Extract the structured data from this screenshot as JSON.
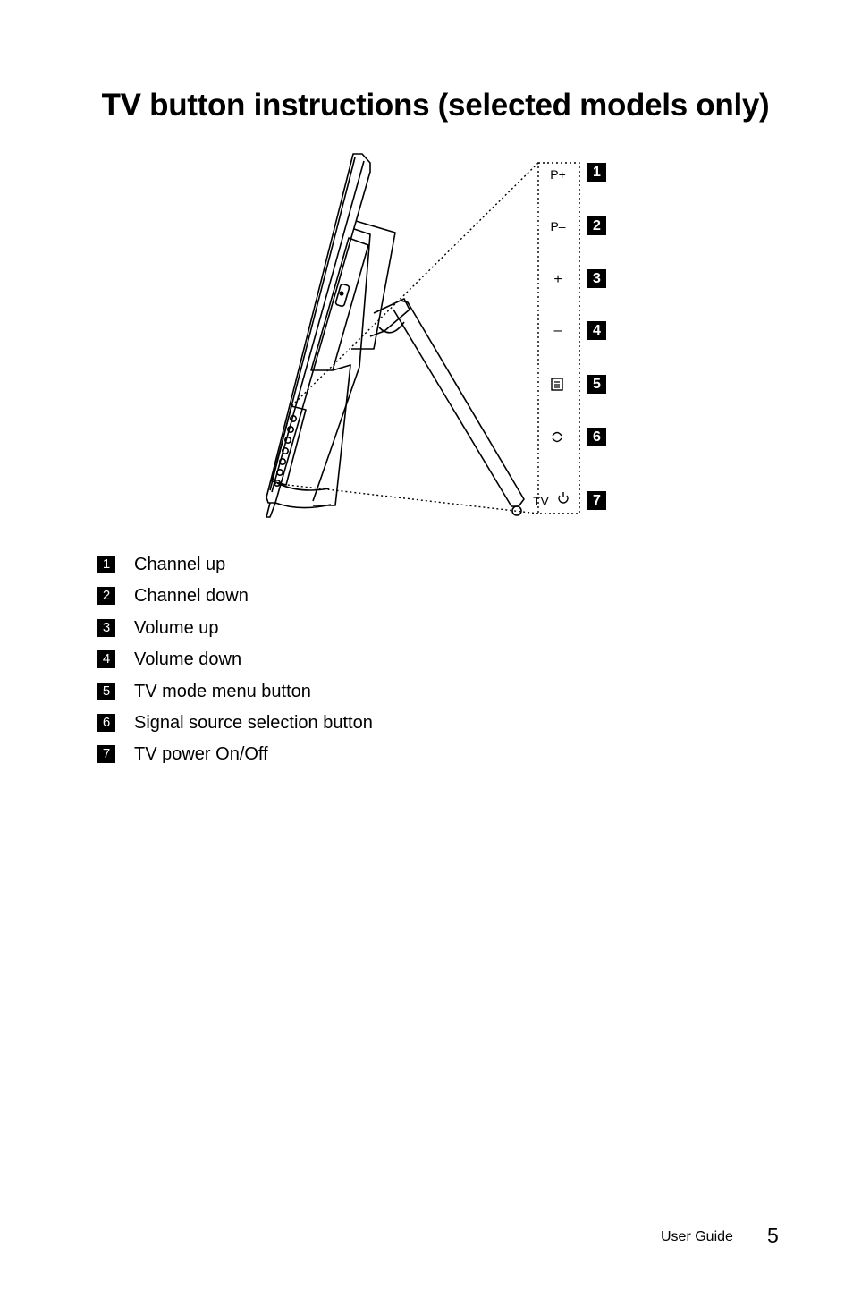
{
  "title": "TV button instructions (selected models only)",
  "figure": {
    "buttons": [
      {
        "number": "1",
        "label": "P+",
        "icon": "channel-up-label"
      },
      {
        "number": "2",
        "label": "P–",
        "icon": "channel-down-label"
      },
      {
        "number": "3",
        "label": "+",
        "icon": "plus-icon"
      },
      {
        "number": "4",
        "label": "–",
        "icon": "minus-icon"
      },
      {
        "number": "5",
        "label": "",
        "icon": "menu-icon"
      },
      {
        "number": "6",
        "label": "",
        "icon": "source-cycle-icon"
      },
      {
        "number": "7",
        "label": "TV",
        "icon": "power-icon"
      }
    ]
  },
  "legend": [
    {
      "number": "1",
      "text": "Channel up"
    },
    {
      "number": "2",
      "text": "Channel down"
    },
    {
      "number": "3",
      "text": "Volume up"
    },
    {
      "number": "4",
      "text": "Volume down"
    },
    {
      "number": "5",
      "text": "TV mode menu button"
    },
    {
      "number": "6",
      "text": "Signal source selection button"
    },
    {
      "number": "7",
      "text": "TV power On/Off"
    }
  ],
  "footer": {
    "label": "User Guide",
    "page": "5"
  }
}
